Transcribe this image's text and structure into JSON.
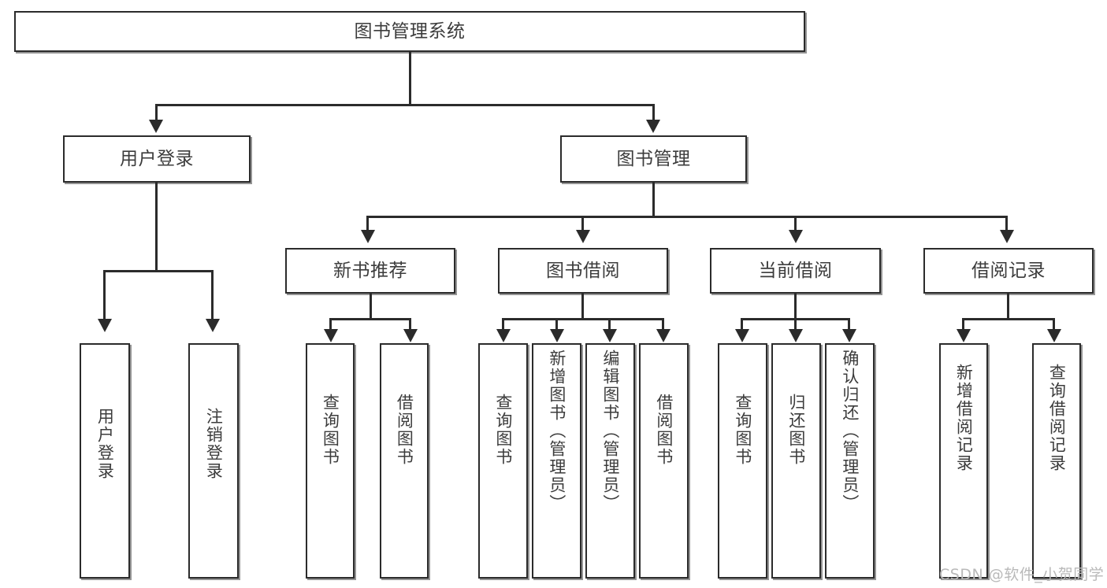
{
  "diagram": {
    "title": "图书管理系统",
    "type": "tree",
    "root": {
      "id": "root",
      "label": "图书管理系统"
    },
    "level1": [
      {
        "id": "user-login",
        "label": "用户登录"
      },
      {
        "id": "book-manage",
        "label": "图书管理"
      }
    ],
    "level2": [
      {
        "id": "new-book-recommend",
        "label": "新书推荐",
        "parent": "book-manage"
      },
      {
        "id": "book-borrow",
        "label": "图书借阅",
        "parent": "book-manage"
      },
      {
        "id": "current-borrow",
        "label": "当前借阅",
        "parent": "book-manage"
      },
      {
        "id": "borrow-record",
        "label": "借阅记录",
        "parent": "book-manage"
      }
    ],
    "leaves": {
      "user-login": [
        {
          "id": "leaf-user-login",
          "label": "用户登录"
        },
        {
          "id": "leaf-user-logout",
          "label": "注销登录"
        }
      ],
      "new-book-recommend": [
        {
          "id": "leaf-query-book-1",
          "label": "查询图书"
        },
        {
          "id": "leaf-borrow-book-1",
          "label": "借阅图书"
        }
      ],
      "book-borrow": [
        {
          "id": "leaf-query-book-2",
          "label": "查询图书"
        },
        {
          "id": "leaf-add-book",
          "label": "新增图书（管理员）"
        },
        {
          "id": "leaf-edit-book",
          "label": "编辑图书（管理员）"
        },
        {
          "id": "leaf-borrow-book-2",
          "label": "借阅图书"
        }
      ],
      "current-borrow": [
        {
          "id": "leaf-query-book-3",
          "label": "查询图书"
        },
        {
          "id": "leaf-return-book",
          "label": "归还图书"
        },
        {
          "id": "leaf-confirm-return",
          "label": "确认归还（管理员）"
        }
      ],
      "borrow-record": [
        {
          "id": "leaf-add-record",
          "label": "新增借阅记录"
        },
        {
          "id": "leaf-query-record",
          "label": "查询借阅记录"
        }
      ]
    }
  },
  "watermark": {
    "text": "CSDN @软件_小贺同学"
  },
  "colors": {
    "box_border": "#2b2b2b",
    "box_fill": "#ffffff",
    "text": "#3c3c3c",
    "connector": "#2b2b2b",
    "watermark": "#b9b9b9",
    "background": "#ffffff"
  }
}
